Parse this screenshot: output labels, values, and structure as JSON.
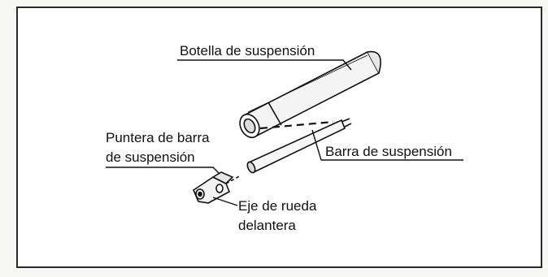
{
  "labels": {
    "suspension_bottle": "Botella de suspensión",
    "bar_tip_line1": "Puntera de barra",
    "bar_tip_line2": "de suspensión",
    "suspension_bar": "Barra de suspensión",
    "wheel_axle_line1": "Eje de rueda",
    "wheel_axle_line2": "delantera"
  },
  "colors": {
    "ink": "#111111",
    "frame": "#2a2a2a",
    "background": "#ffffff",
    "part_fill": "#f2f2f2"
  }
}
